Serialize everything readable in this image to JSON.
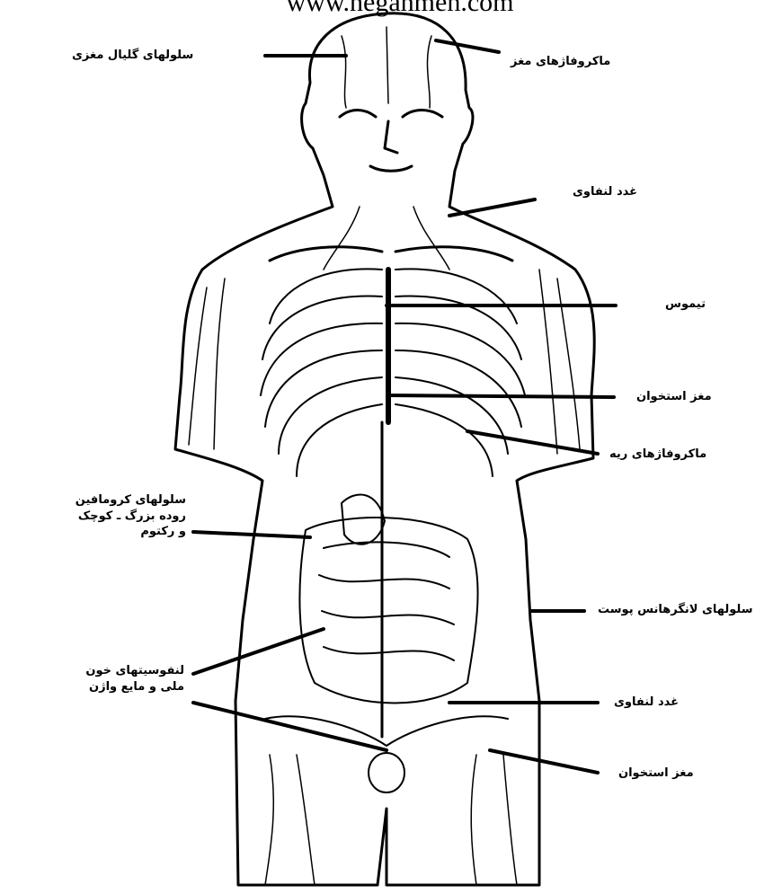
{
  "watermark": "www.negahmeh.com",
  "labels": {
    "microglia": "سلولهای گلیال مغزی",
    "brain_macrophages": "ماکروفاژهای مغز",
    "lymph_node_top": "غدد لنفاوی",
    "thymus": "تیموس",
    "bone_marrow_top": "مغز استخوان",
    "lung_macrophages": "ماکروفاژهای ریه",
    "chromaffin": [
      "سلولهای کرومافین",
      "روده بزرگ ـ کوچک",
      "و رکتوم"
    ],
    "langerhans": "سلولهای لانگرهانس پوست",
    "lymphocytes": [
      "لنفوسیتهای خون",
      "ملی و مایع واژن"
    ],
    "lymph_node_bottom": "غدد لنفاوی",
    "bone_marrow_bottom": "مغز استخوان"
  }
}
